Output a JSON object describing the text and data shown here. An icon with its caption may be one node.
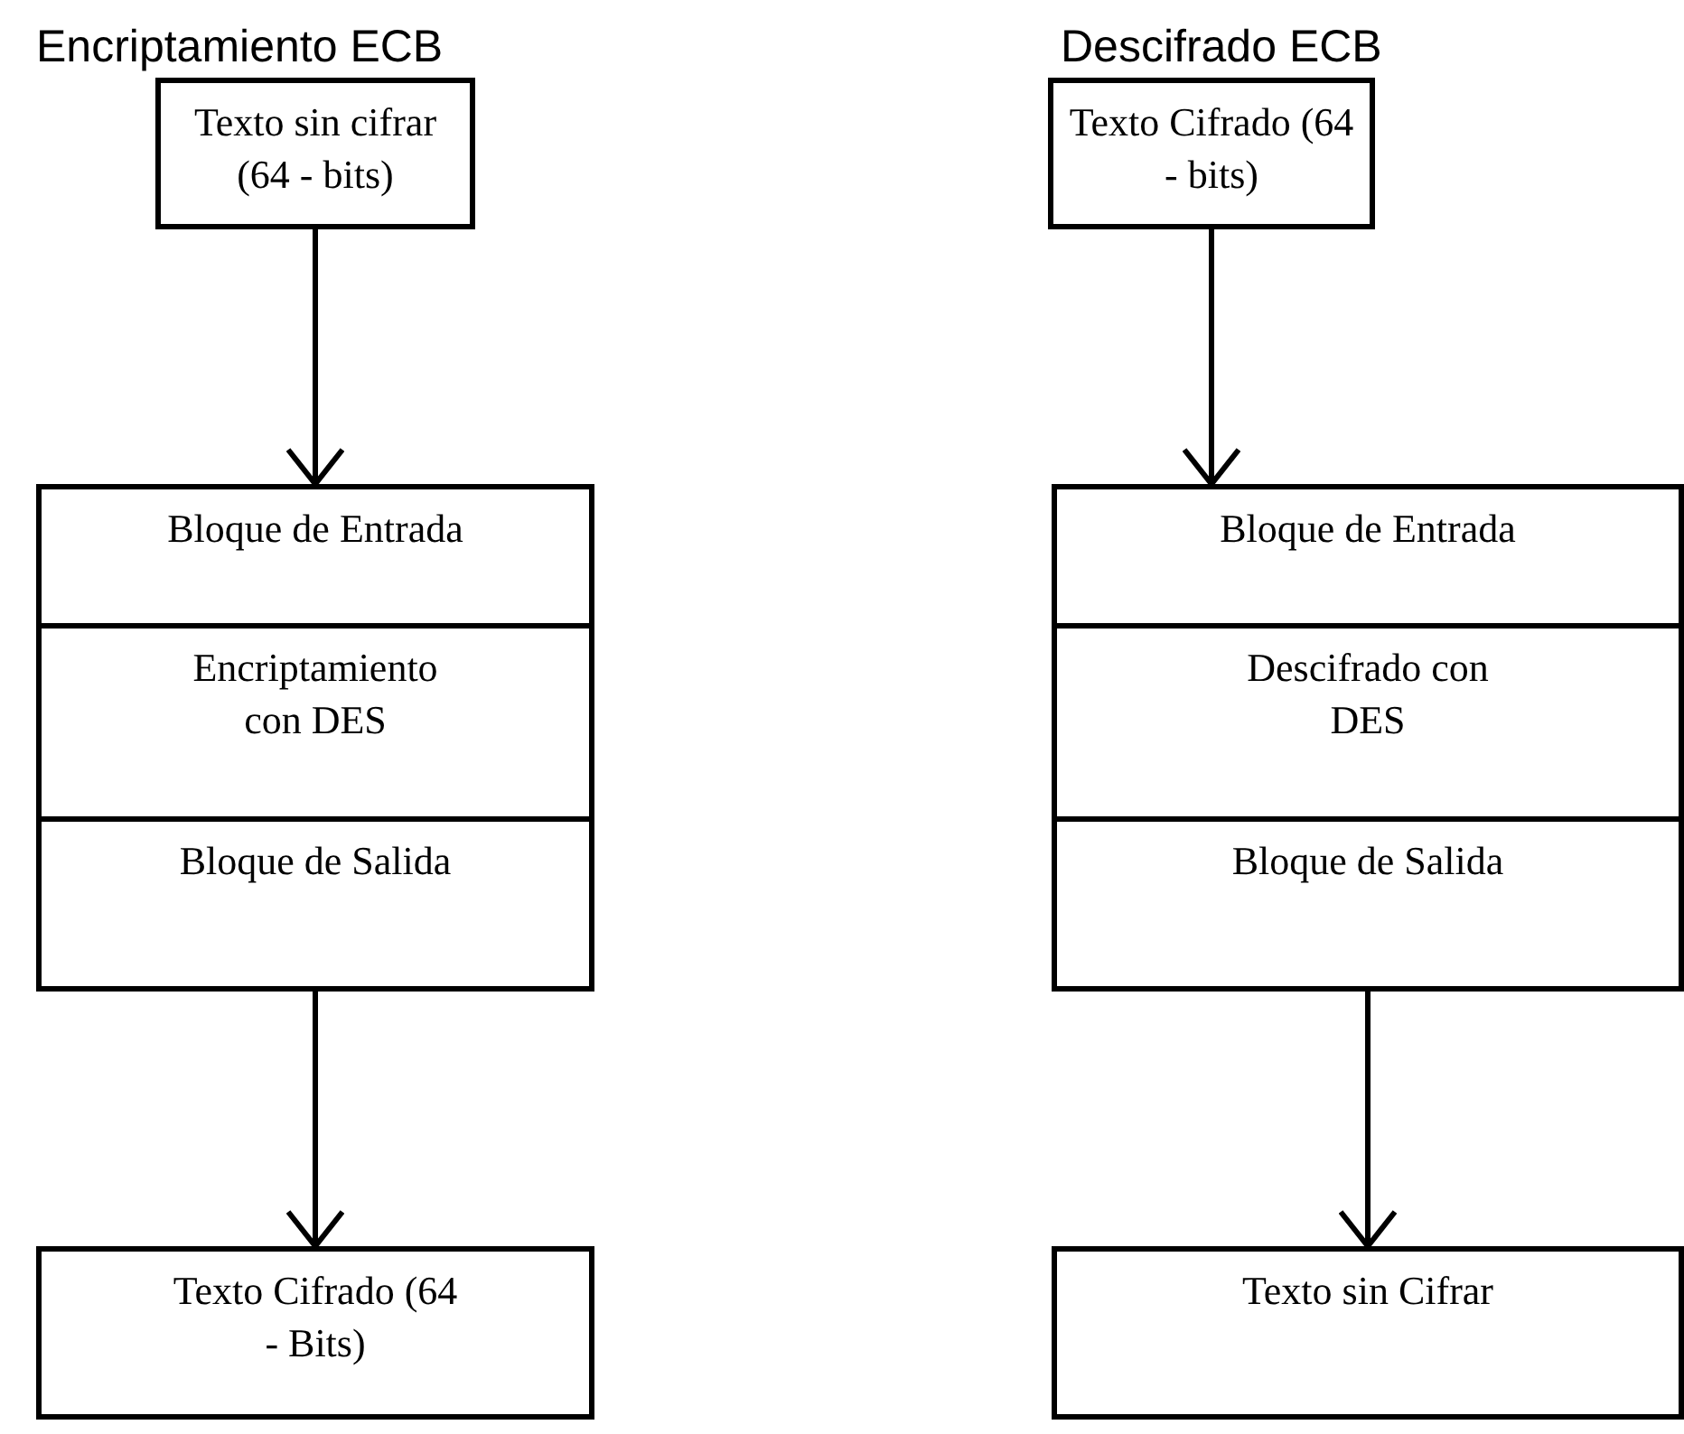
{
  "diagram": {
    "nodes": [
      {
        "text": [
          "Texto sin cifrar (64 - bits)"
        ]
      },
      {
        "text": [
          "Bloque de Entrada"
        ]
      },
      {
        "text": [
          "Encriptamiento con DES"
        ]
      },
      {
        "text": [
          "Bloque de Salida"
        ]
      },
      {
        "text": [
          "Texto Cifrado (64 - Bits)"
        ]
      },
      {
        "text": [
          "Texto Cifrado (64 - bits)"
        ]
      },
      {
        "text": [
          "Bloque de Entrada"
        ]
      },
      {
        "text": [
          "Descifrado con DES"
        ]
      },
      {
        "text": [
          "Bloque de Salida"
        ]
      },
      {
        "text": [
          "Texto sin Cifrar"
        ]
      }
    ],
    "edges": [
      {
        "from": 0,
        "to": 1,
        "arrow": "to"
      },
      {
        "from": 3,
        "to": 4,
        "arrow": "to"
      },
      {
        "from": 5,
        "to": 6,
        "arrow": "to"
      },
      {
        "from": 8,
        "to": 9,
        "arrow": "to"
      }
    ],
    "labels": [
      "Encriptamiento ECB",
      "Descifrado ECB"
    ]
  }
}
